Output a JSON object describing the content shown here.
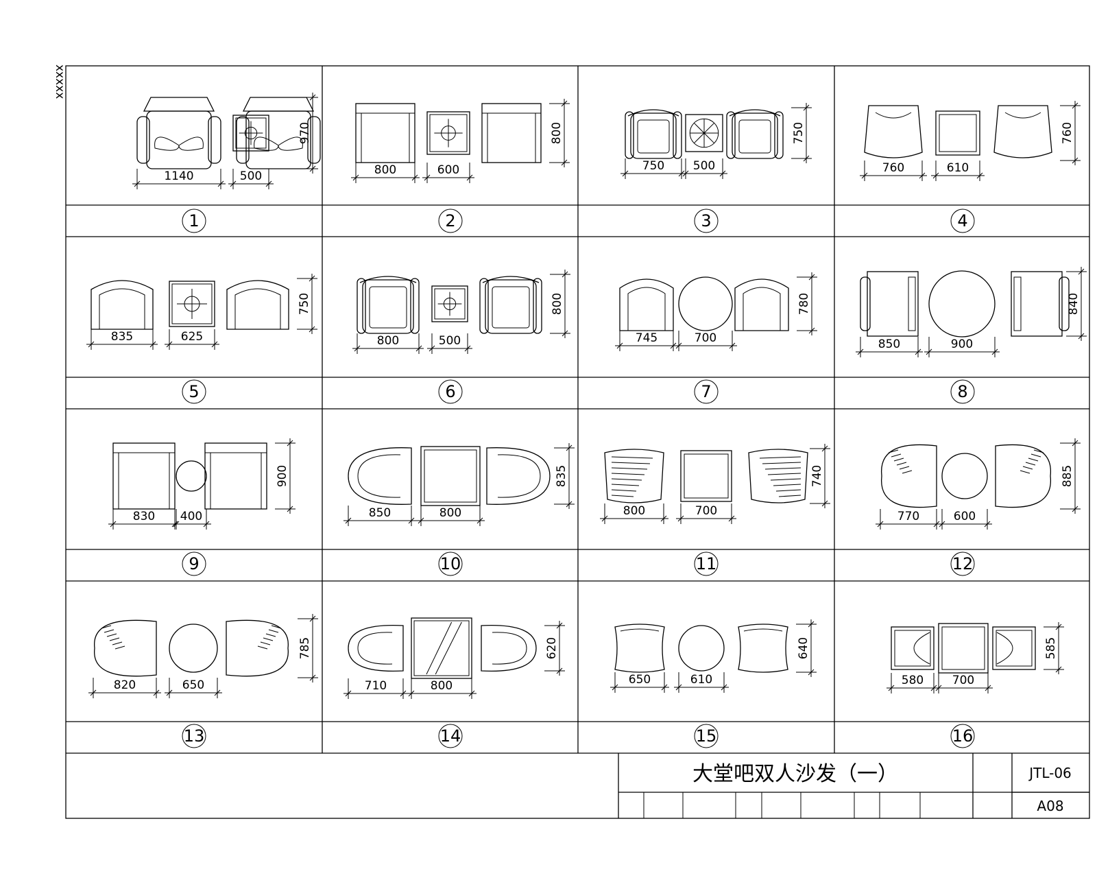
{
  "sheet": {
    "corner_mark": "xxxxx",
    "title": "大堂吧双人沙发（一）",
    "code": "JTL-06",
    "size": "A08"
  },
  "cells": [
    {
      "num": "1",
      "widths": [
        "1140",
        "500"
      ],
      "height": "970"
    },
    {
      "num": "2",
      "widths": [
        "800",
        "600"
      ],
      "height": "800"
    },
    {
      "num": "3",
      "widths": [
        "750",
        "500"
      ],
      "height": "750"
    },
    {
      "num": "4",
      "widths": [
        "760",
        "610"
      ],
      "height": "760"
    },
    {
      "num": "5",
      "widths": [
        "835",
        "625"
      ],
      "height": "750"
    },
    {
      "num": "6",
      "widths": [
        "800",
        "500"
      ],
      "height": "800"
    },
    {
      "num": "7",
      "widths": [
        "745",
        "700"
      ],
      "height": "780"
    },
    {
      "num": "8",
      "widths": [
        "850",
        "900"
      ],
      "height": "840"
    },
    {
      "num": "9",
      "widths": [
        "830",
        "400"
      ],
      "height": "900"
    },
    {
      "num": "10",
      "widths": [
        "850",
        "800"
      ],
      "height": "835"
    },
    {
      "num": "11",
      "widths": [
        "800",
        "700"
      ],
      "height": "740"
    },
    {
      "num": "12",
      "widths": [
        "770",
        "600"
      ],
      "height": "885"
    },
    {
      "num": "13",
      "widths": [
        "820",
        "650"
      ],
      "height": "785"
    },
    {
      "num": "14",
      "widths": [
        "710",
        "800"
      ],
      "height": "620"
    },
    {
      "num": "15",
      "widths": [
        "650",
        "610"
      ],
      "height": "640"
    },
    {
      "num": "16",
      "widths": [
        "580",
        "700"
      ],
      "height": "585"
    }
  ]
}
